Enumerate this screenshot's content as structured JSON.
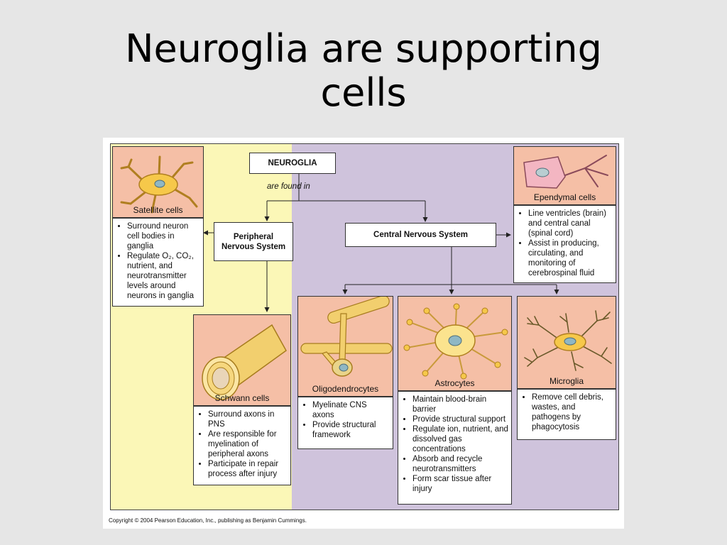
{
  "slide": {
    "title_line1": "Neuroglia are supporting",
    "title_line2": "cells"
  },
  "diagram": {
    "root": "NEUROGLIA",
    "connector": "are found in",
    "pns": {
      "label_line1": "Peripheral",
      "label_line2": "Nervous System"
    },
    "cns": {
      "label": "Central Nervous System"
    },
    "cells": {
      "satellite": {
        "name": "Satellite cells",
        "facts": [
          "Surround neuron cell bodies in ganglia",
          "Regulate O₂, CO₂, nutrient, and neurotransmitter levels around neurons in ganglia"
        ]
      },
      "schwann": {
        "name": "Schwann cells",
        "facts": [
          "Surround axons in PNS",
          "Are responsible for myelination of peripheral axons",
          "Participate in repair process after injury"
        ]
      },
      "ependymal": {
        "name": "Ependymal cells",
        "facts": [
          "Line ventricles (brain) and central canal (spinal cord)",
          "Assist in producing, circulating, and monitoring of cerebrospinal fluid"
        ]
      },
      "oligodendrocytes": {
        "name": "Oligodendrocytes",
        "facts": [
          "Myelinate CNS axons",
          "Provide structural framework"
        ]
      },
      "astrocytes": {
        "name": "Astrocytes",
        "facts": [
          "Maintain blood-brain barrier",
          "Provide structural support",
          "Regulate ion, nutrient, and dissolved gas concentrations",
          "Absorb and recycle neurotransmitters",
          "Form scar tissue after injury"
        ]
      },
      "microglia": {
        "name": "Microglia",
        "facts": [
          "Remove cell debris, wastes, and pathogens by phagocytosis"
        ]
      }
    },
    "copyright": "Copyright © 2004 Pearson Education, Inc., publishing as Benjamin Cummings."
  }
}
